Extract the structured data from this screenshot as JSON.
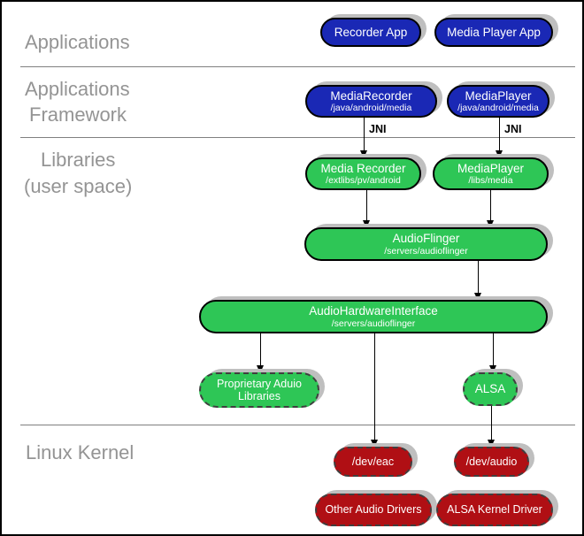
{
  "diagram": {
    "layers": {
      "applications": {
        "label": "Applications"
      },
      "framework": {
        "line1": "Applications",
        "line2": "Framework"
      },
      "libraries": {
        "line1": "Libraries",
        "line2": "(user space)"
      },
      "kernel": {
        "label": "Linux Kernel"
      }
    },
    "edges": {
      "jni_left": "JNI",
      "jni_right": "JNI"
    },
    "nodes": {
      "recorder_app": {
        "title": "Recorder App"
      },
      "media_player_app": {
        "title": "Media Player App"
      },
      "media_recorder_fw": {
        "title": "MediaRecorder",
        "path": "/java/android/media"
      },
      "media_player_fw": {
        "title": "MediaPlayer",
        "path": "/java/android/media"
      },
      "media_recorder_lib": {
        "title": "Media Recorder",
        "path": "/extlibs/pv/android"
      },
      "media_player_lib": {
        "title": "MediaPlayer",
        "path": "/libs/media"
      },
      "audio_flinger": {
        "title": "AudioFlinger",
        "path": "/servers/audioflinger"
      },
      "audio_hw_interface": {
        "title": "AudioHardwareInterface",
        "path": "/servers/audioflinger"
      },
      "proprietary_audio": {
        "title": "Proprietary Aduio Libraries"
      },
      "alsa": {
        "title": "ALSA"
      },
      "dev_eac": {
        "title": "/dev/eac"
      },
      "dev_audio": {
        "title": "/dev/audio"
      },
      "other_audio_drivers": {
        "title": "Other Audio Drivers"
      },
      "alsa_kernel_driver": {
        "title": "ALSA Kernel Driver"
      }
    },
    "colors": {
      "app_blue": "#1a28b5",
      "lib_green": "#2ec656",
      "kernel_red": "#b00f14",
      "shadow_gray": "#bfbfbf",
      "label_gray": "#949494",
      "divider_gray": "#808080"
    }
  }
}
